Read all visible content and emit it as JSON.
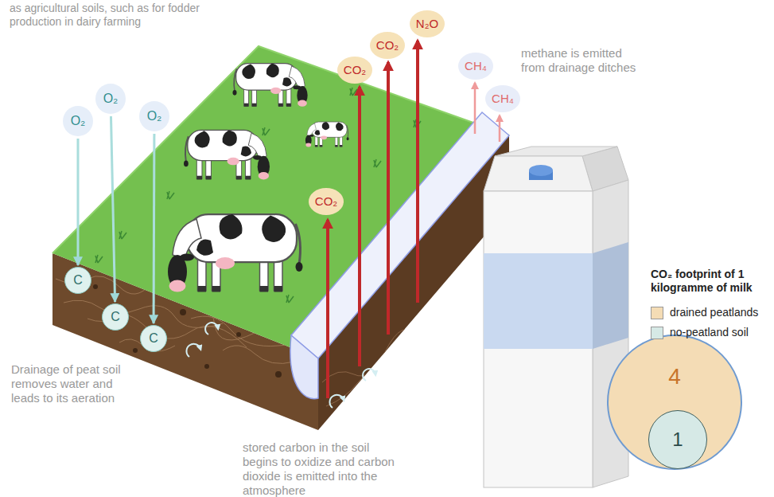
{
  "diagram": {
    "nodes": [
      {
        "text": [
          "O₂"
        ]
      },
      {
        "text": [
          "O₂"
        ]
      },
      {
        "text": [
          "O₂"
        ]
      },
      {
        "text": [
          "CO₂"
        ]
      },
      {
        "text": [
          "CO₂"
        ]
      },
      {
        "text": [
          "N₂O"
        ]
      },
      {
        "text": [
          "CH₄"
        ]
      },
      {
        "text": [
          "CH₄"
        ]
      },
      {
        "text": [
          "CO₂"
        ]
      },
      {
        "text": [
          "C"
        ]
      },
      {
        "text": [
          "C"
        ]
      },
      {
        "text": [
          "C"
        ]
      },
      {
        "text": [
          "4"
        ]
      },
      {
        "text": [
          "1"
        ],
        "in": 12
      }
    ],
    "edges": [
      {
        "from": 0,
        "to": 9,
        "arrow": "to"
      },
      {
        "from": 1,
        "to": 10,
        "arrow": "to"
      },
      {
        "from": 2,
        "to": 11,
        "arrow": "to"
      }
    ],
    "labels": [
      "as agricultural soils, such as for fodder production in dairy farming",
      "methane is emitted from drainage ditches",
      "Drainage of peat soil removes water and leads to its aeration",
      "stored carbon in the soil begins to oxidize and carbon dioxide is emitted into the atmosphere",
      "CO₂ footprint of 1 kilogramme of milk"
    ],
    "legend": [
      {
        "text": "drained peatlands",
        "color": "#f4dcb5"
      },
      {
        "text": "no-peatland soil",
        "color": "#d6e9e6"
      }
    ]
  }
}
